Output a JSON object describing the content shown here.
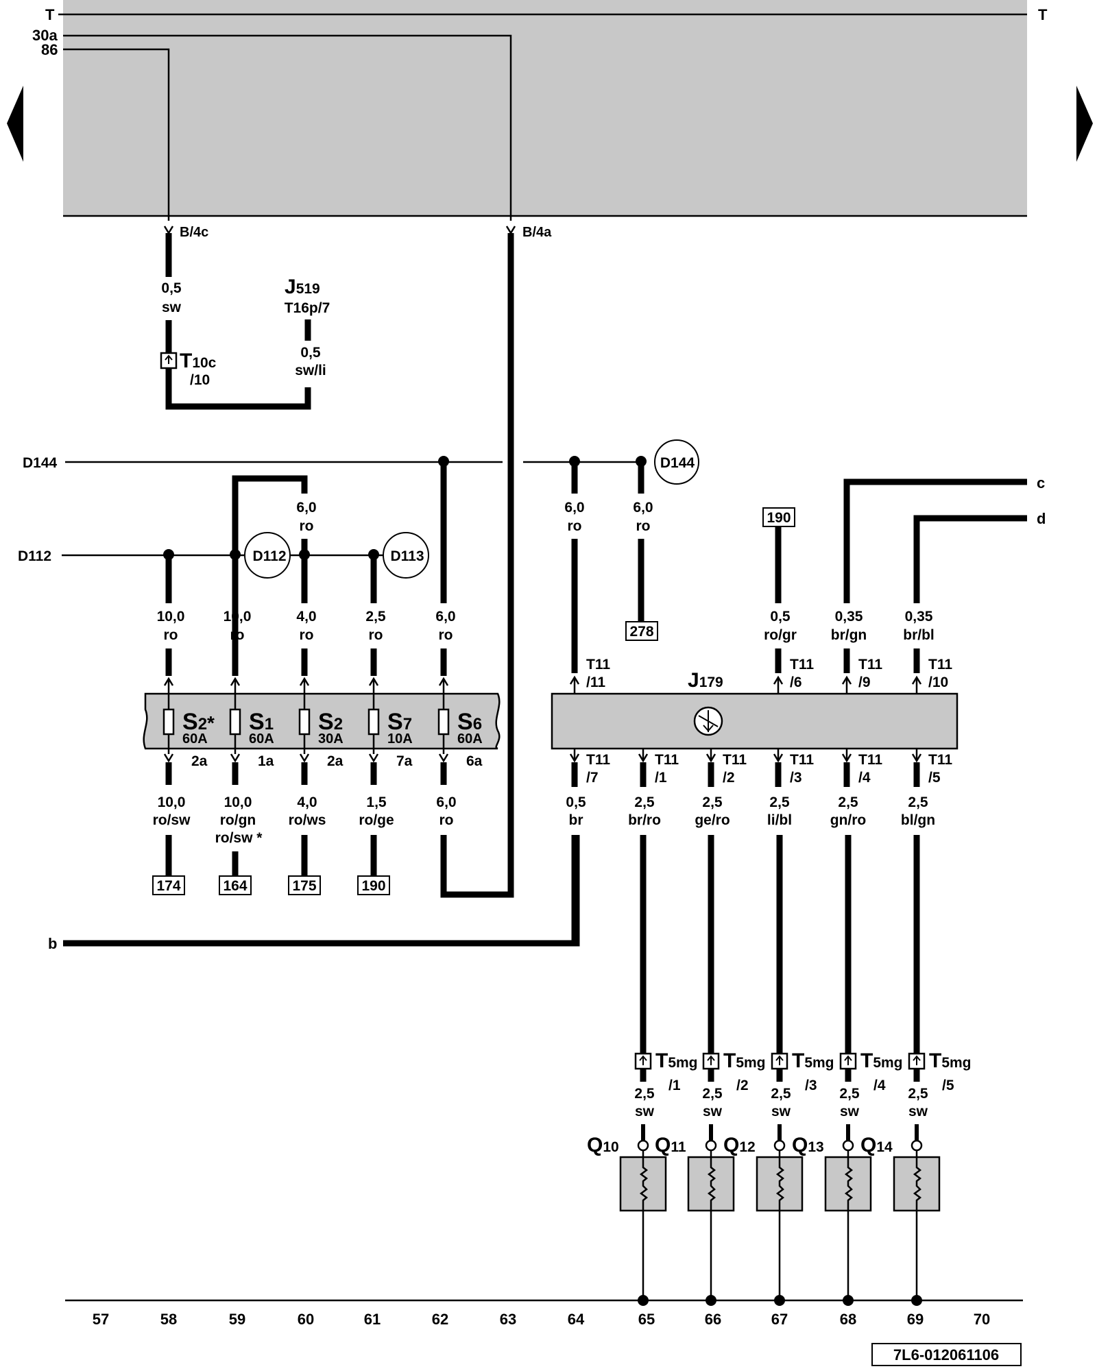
{
  "rails": {
    "T_left": "T",
    "T_right": "T",
    "r30a": "30a",
    "r86": "86"
  },
  "nav": {
    "prev_icon": "triangle-left",
    "next_icon": "triangle-right"
  },
  "colors": {
    "gray": "#c8c8c8",
    "black": "#000000"
  },
  "relay_pins": {
    "b4c": "B/4c",
    "b4a": "B/4a"
  },
  "wire_58_top": {
    "size": "0,5",
    "color": "sw"
  },
  "T10c": {
    "name": "T",
    "sub": "10c",
    "pin": "/10"
  },
  "J519": {
    "name": "J",
    "sub": "519",
    "conn": "T16p/7",
    "size": "0,5",
    "color": "sw/li"
  },
  "bus": {
    "D144": "D144",
    "D112": "D112",
    "D113": "D113",
    "b": "b",
    "c": "c",
    "d": "d"
  },
  "fuse_top_wires": [
    {
      "size": "10,0",
      "color": "ro"
    },
    {
      "size": "10,0",
      "color": "ro"
    },
    {
      "size": "4,0",
      "color": "ro"
    },
    {
      "size": "2,5",
      "color": "ro"
    },
    {
      "size": "6,0",
      "color": "ro"
    }
  ],
  "jumper_wire": {
    "size": "6,0",
    "color": "ro"
  },
  "fuses": [
    {
      "name": "S",
      "sub": "2",
      "suffix": "*",
      "rating": "60A"
    },
    {
      "name": "S",
      "sub": "1",
      "suffix": "",
      "rating": "60A"
    },
    {
      "name": "S",
      "sub": "2",
      "suffix": "",
      "rating": "30A"
    },
    {
      "name": "S",
      "sub": "7",
      "suffix": "",
      "rating": "10A"
    },
    {
      "name": "S",
      "sub": "6",
      "suffix": "",
      "rating": "60A"
    }
  ],
  "fuse_pins": [
    "2a",
    "1a",
    "2a",
    "7a",
    "6a"
  ],
  "fuse_bottom_wires": [
    {
      "size": "10,0",
      "color": "ro/sw",
      "extra": ""
    },
    {
      "size": "10,0",
      "color": "ro/gn",
      "extra": "ro/sw *"
    },
    {
      "size": "4,0",
      "color": "ro/ws",
      "extra": ""
    },
    {
      "size": "1,5",
      "color": "ro/ge",
      "extra": ""
    },
    {
      "size": "6,0",
      "color": "ro",
      "extra": ""
    }
  ],
  "refs": {
    "r174": "174",
    "r164": "164",
    "r175": "175",
    "r190a": "190",
    "r190b": "190",
    "r278": "278"
  },
  "d144_wires": [
    {
      "size": "6,0",
      "color": "ro"
    },
    {
      "size": "6,0",
      "color": "ro"
    }
  ],
  "J179": {
    "name": "J",
    "sub": "179"
  },
  "j179_top": [
    {
      "conn": "T11",
      "pin": "/11"
    },
    {
      "conn": "T11",
      "pin": "/6"
    },
    {
      "conn": "T11",
      "pin": "/9"
    },
    {
      "conn": "T11",
      "pin": "/10"
    }
  ],
  "j179_top_wires": [
    {
      "size": "0,5",
      "color": "ro/gr"
    },
    {
      "size": "0,35",
      "color": "br/gn"
    },
    {
      "size": "0,35",
      "color": "br/bl"
    }
  ],
  "j179_bottom": [
    {
      "conn": "T11",
      "pin": "/7",
      "size": "0,5",
      "color": "br"
    },
    {
      "conn": "T11",
      "pin": "/1",
      "size": "2,5",
      "color": "br/ro"
    },
    {
      "conn": "T11",
      "pin": "/2",
      "size": "2,5",
      "color": "ge/ro"
    },
    {
      "conn": "T11",
      "pin": "/3",
      "size": "2,5",
      "color": "li/bl"
    },
    {
      "conn": "T11",
      "pin": "/4",
      "size": "2,5",
      "color": "gn/ro"
    },
    {
      "conn": "T11",
      "pin": "/5",
      "size": "2,5",
      "color": "bl/gn"
    }
  ],
  "t5mg": [
    {
      "name": "T",
      "sub": "5mg",
      "pin": "/1",
      "size": "2,5",
      "color": "sw"
    },
    {
      "name": "T",
      "sub": "5mg",
      "pin": "/2",
      "size": "2,5",
      "color": "sw"
    },
    {
      "name": "T",
      "sub": "5mg",
      "pin": "/3",
      "size": "2,5",
      "color": "sw"
    },
    {
      "name": "T",
      "sub": "5mg",
      "pin": "/4",
      "size": "2,5",
      "color": "sw"
    },
    {
      "name": "T",
      "sub": "5mg",
      "pin": "/5",
      "size": "2,5",
      "color": "sw"
    }
  ],
  "heaters": [
    {
      "name": "Q",
      "sub": "10"
    },
    {
      "name": "Q",
      "sub": "11"
    },
    {
      "name": "Q",
      "sub": "12"
    },
    {
      "name": "Q",
      "sub": "13"
    },
    {
      "name": "Q",
      "sub": "14"
    }
  ],
  "tracks": [
    "57",
    "58",
    "59",
    "60",
    "61",
    "62",
    "63",
    "64",
    "65",
    "66",
    "67",
    "68",
    "69",
    "70"
  ],
  "docref": "7L6-012061106"
}
